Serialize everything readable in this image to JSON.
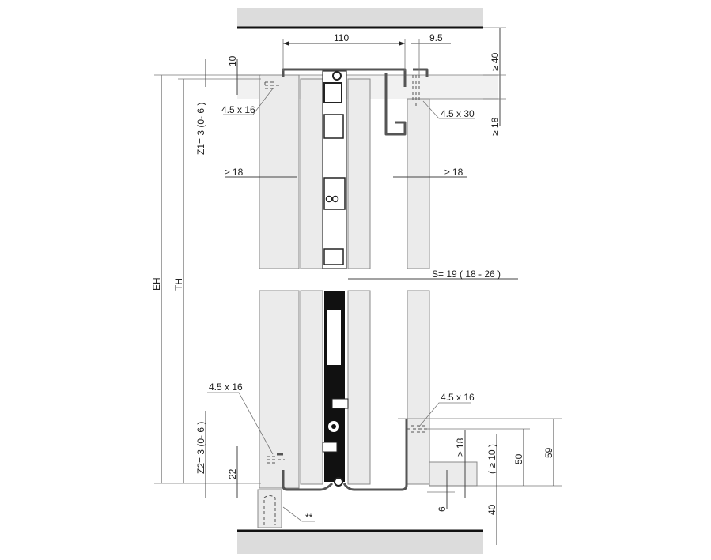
{
  "drawing": {
    "title": "Sliding door fitting – vertical section",
    "dimensions": {
      "top_width": "110",
      "top_offset": "9.5",
      "top_gap": "≥ 40",
      "top_thickness": "≥ 18",
      "top_left_10": "10",
      "screw_top_left": "4.5 x 16",
      "screw_top_right": "4.5 x 30",
      "panel_left": "≥ 18",
      "panel_right": "≥ 18",
      "z1": "Z1= 3 (0- 6 )",
      "z2": "Z2= 3 (0- 6 )",
      "eh": "EH",
      "th": "TH",
      "s": "S= 19 ( 18 - 26 )",
      "screw_bottom_left": "4.5 x 16",
      "screw_bottom_right": "4.5 x 16",
      "bottom_22": "22",
      "bottom_18": "≥ 18",
      "bottom_10": "( ≥ 10 )",
      "bottom_50": "50",
      "bottom_59": "59",
      "bottom_6": "6",
      "bottom_40": "40",
      "footnote_mark": "**"
    }
  }
}
